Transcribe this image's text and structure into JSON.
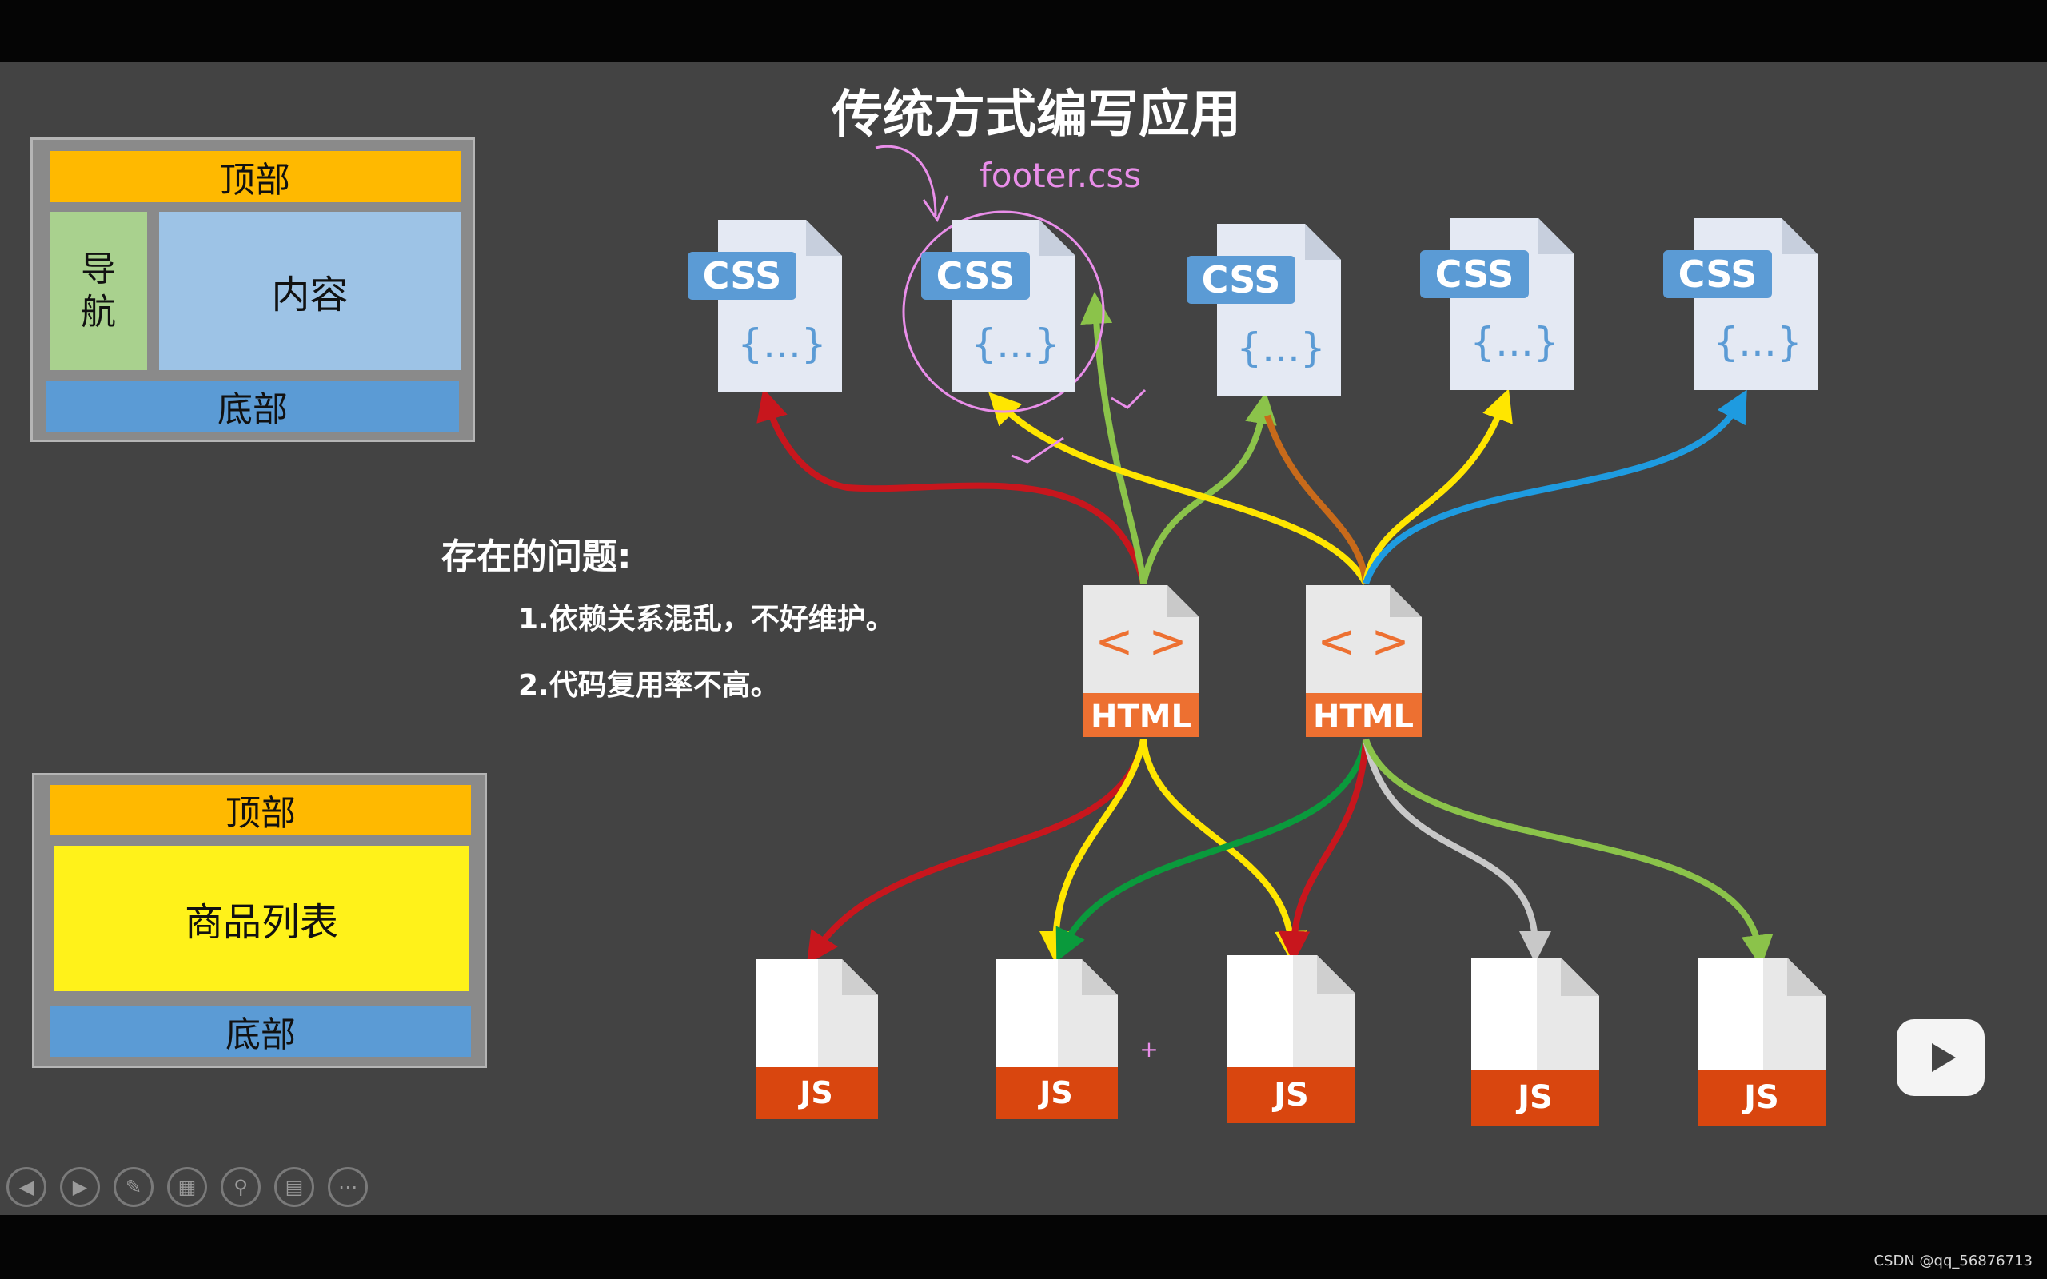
{
  "slide": {
    "title": "传统方式编写应用",
    "annotation": "footer.css",
    "problems": {
      "heading": "存在的问题:",
      "items": [
        "1.依赖关系混乱，不好维护。",
        "2.代码复用率不高。"
      ]
    }
  },
  "layout_top": {
    "header": "顶部",
    "nav": "导\n航",
    "content": "内容",
    "footer": "底部"
  },
  "layout_bottom": {
    "header": "顶部",
    "content": "商品列表",
    "footer": "底部"
  },
  "file_icons": {
    "css_label": "CSS",
    "css_glyph": "{...}",
    "html_label": "HTML",
    "html_glyph": "< >",
    "js_label": "JS"
  },
  "plus_mark": "+",
  "watermark": "CSDN @qq_56876713",
  "colors": {
    "slide_bg": "#434343",
    "header_block": "#ffb900",
    "nav_block": "#a9d18e",
    "content_block": "#9dc3e6",
    "footer_block": "#5b9bd5",
    "product_block": "#fff21a",
    "annotation": "#e98ee9",
    "css_badge": "#5b9bd5",
    "html_badge": "#ed7031",
    "js_badge": "#d9460f"
  },
  "player_controls": [
    "prev-icon",
    "next-icon",
    "pen-icon",
    "slides-icon",
    "zoom-icon",
    "subtitle-icon",
    "more-icon"
  ]
}
